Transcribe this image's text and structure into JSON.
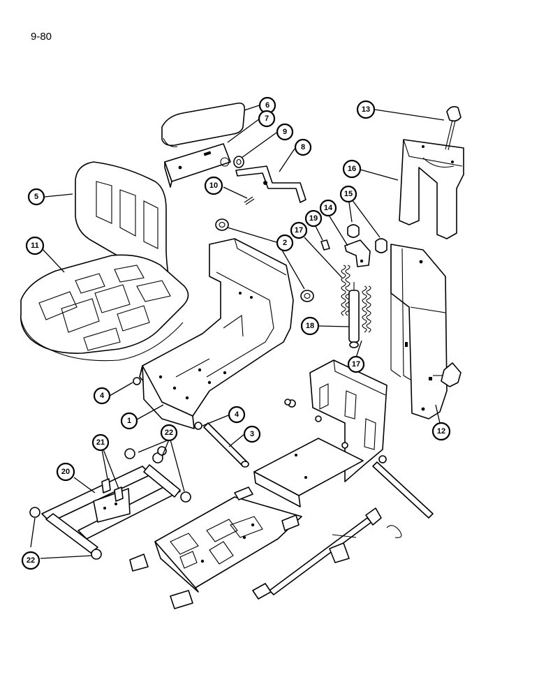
{
  "page": {
    "label": "9-80"
  },
  "callouts": {
    "c1": "1",
    "c2": "2",
    "c3": "3",
    "c4a": "4",
    "c4b": "4",
    "c5": "5",
    "c6": "6",
    "c7": "7",
    "c8": "8",
    "c9": "9",
    "c10": "10",
    "c11": "11",
    "c12": "12",
    "c13": "13",
    "c14": "14",
    "c15": "15",
    "c16": "16",
    "c17a": "17",
    "c17b": "17",
    "c18": "18",
    "c19": "19",
    "c20": "20",
    "c21": "21",
    "c22a": "22",
    "c22b": "22"
  }
}
